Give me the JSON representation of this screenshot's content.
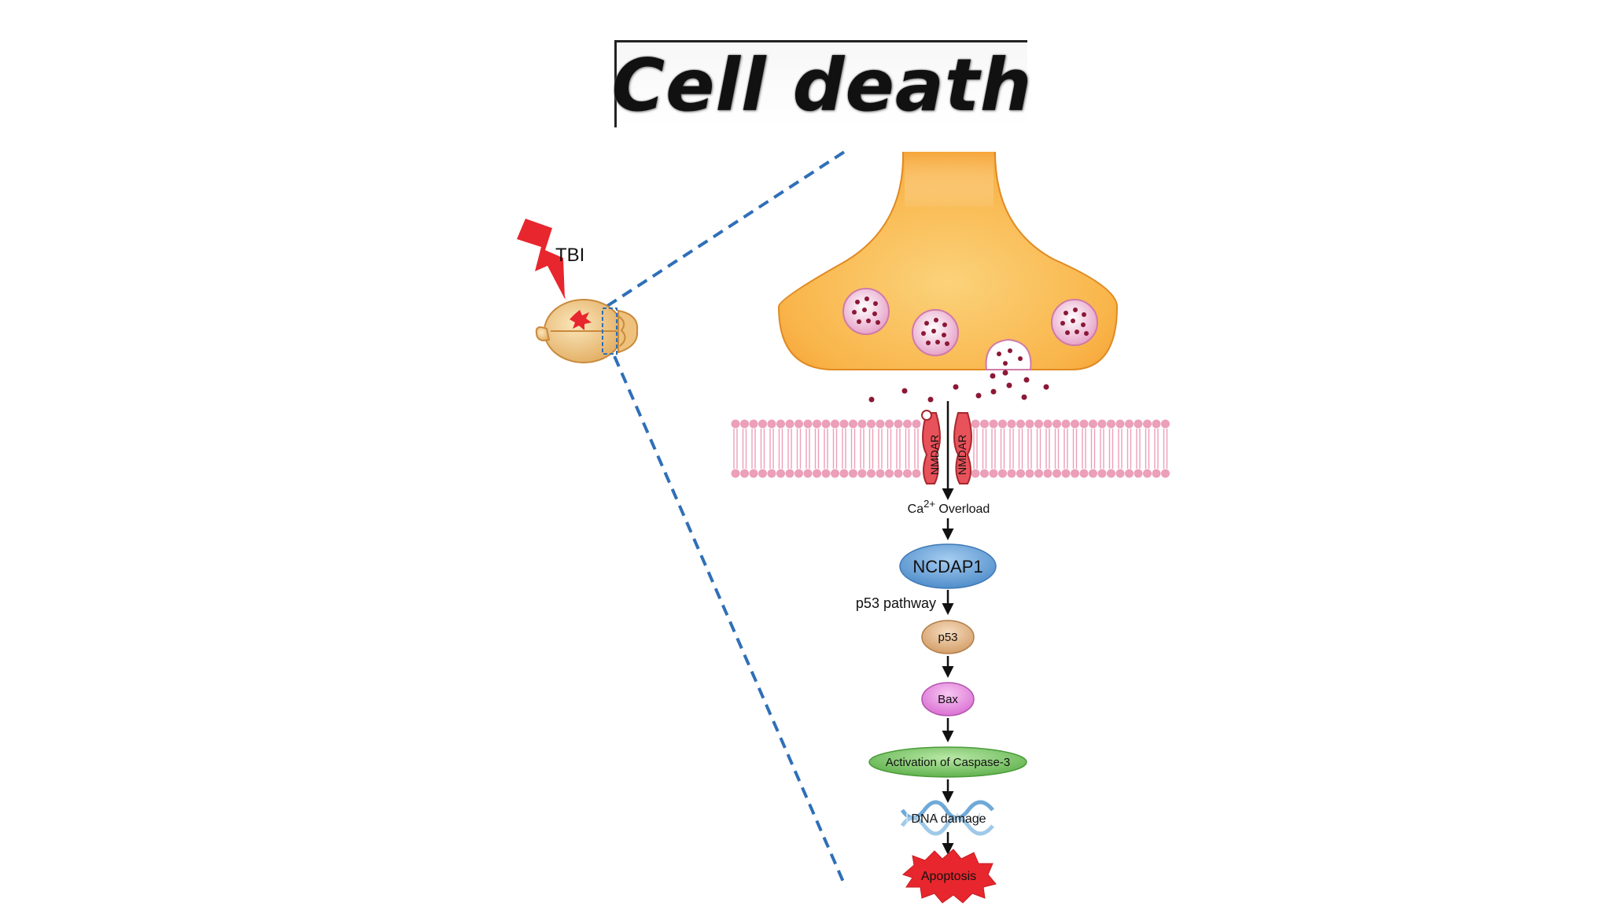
{
  "title": "Cell death",
  "injury": {
    "label": "TBI"
  },
  "receptors": {
    "left": "NMDAR",
    "right": "NMDAR"
  },
  "calcium": {
    "base": "Ca",
    "superscript": "2+",
    "suffix": " Overload"
  },
  "pathway": {
    "ncdap1": "NCDAP1",
    "p53_pathway": "p53 pathway",
    "p53": "p53",
    "bax": "Bax",
    "caspase": "Activation of Caspase-3",
    "dna_damage": "DNA damage",
    "apoptosis": "Apoptosis"
  },
  "colors": {
    "lightning": "#e8262d",
    "dashed_line": "#2f6fb8",
    "terminal_fill": "#f9b54a",
    "vesicle": "#e7a3c8",
    "neurotransmitter": "#8b1836",
    "membrane": "#ec9fb8",
    "receptor": "#e8525a",
    "ncdap1": "#5a9bd5",
    "p53": "#d9a26c",
    "bax": "#e27ddc",
    "caspase": "#6dc05b",
    "apoptosis": "#e8262d"
  }
}
